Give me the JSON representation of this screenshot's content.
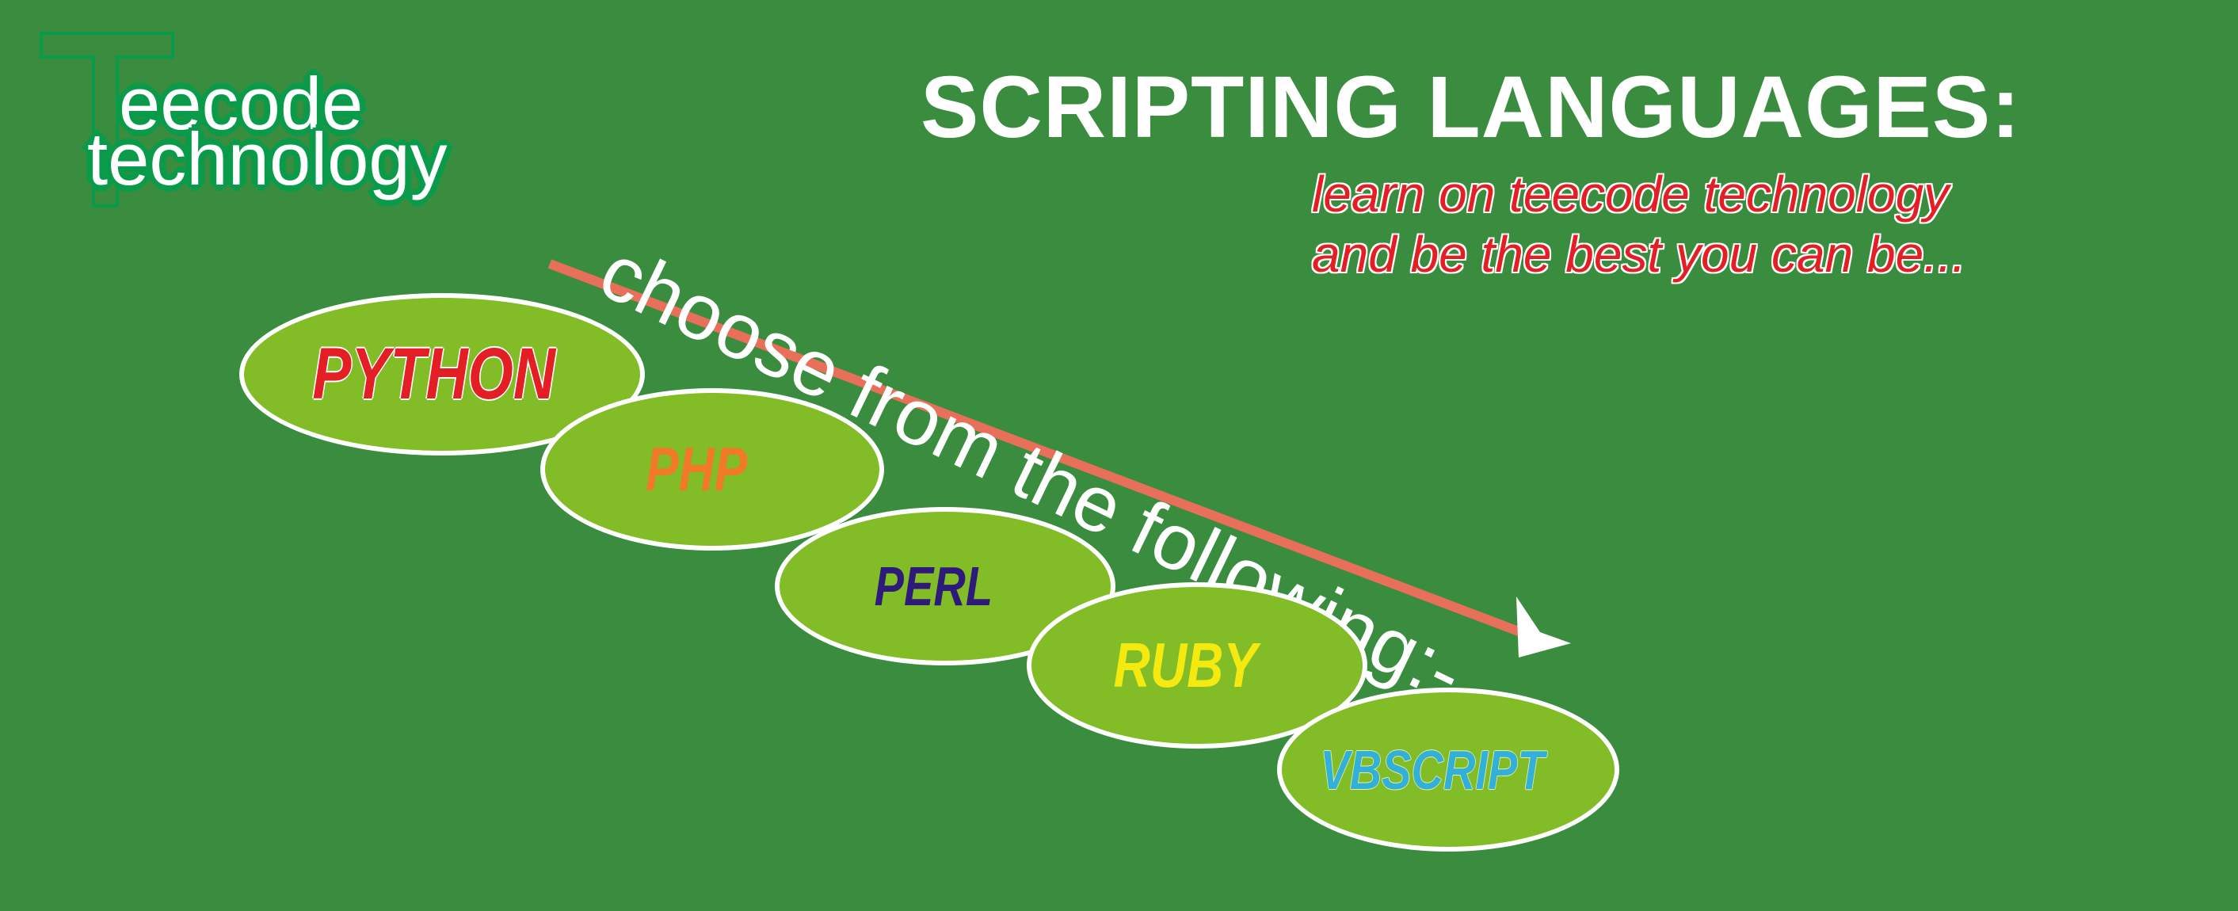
{
  "logo": {
    "line1": "eecode",
    "line2": "technology"
  },
  "title": "SCRIPTING LANGUAGES:",
  "tagline": {
    "line1": "learn on teecode technology",
    "line2": "and be the best you can be..."
  },
  "prompt": "choose from the following:-",
  "languages": [
    "PYTHON",
    "PHP",
    "PERL",
    "RUBY",
    "VBSCRIPT"
  ],
  "colors": {
    "background": "#3a8c3e",
    "logo_outline": "#0a9b4a",
    "ellipse_fill": "#82bd28",
    "arrow": "#e8705a",
    "python": "#e31e24",
    "php": "#f07a28",
    "perl": "#2e1a7a",
    "ruby": "#f4ea10",
    "vbscript": "#33b0d8"
  }
}
